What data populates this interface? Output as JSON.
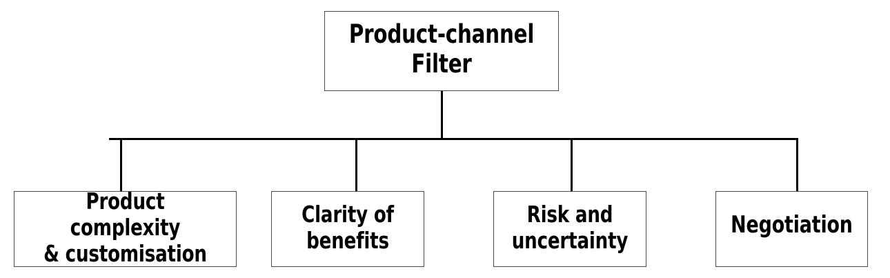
{
  "diagram": {
    "type": "hierarchy-tree",
    "orientation": "top-down",
    "background_color": "#ffffff",
    "line_color": "#000000",
    "box_border_color": "#4a4a4a",
    "box_fill_color": "#ffffff",
    "text_color": "#000000",
    "root": {
      "label": "Product-channel\nFilter",
      "line_1": "Product-channel",
      "line_2": "Filter"
    },
    "children": [
      {
        "label": "Product complexity\n& customisation",
        "line_1": "Product complexity",
        "line_2": "& customisation"
      },
      {
        "label": "Clarity of\nbenefits",
        "line_1": "Clarity of",
        "line_2": "benefits"
      },
      {
        "label": "Risk and\nuncertainty",
        "line_1": "Risk and",
        "line_2": "uncertainty"
      },
      {
        "label": "Negotiation",
        "line_1": "Negotiation",
        "line_2": ""
      }
    ]
  }
}
